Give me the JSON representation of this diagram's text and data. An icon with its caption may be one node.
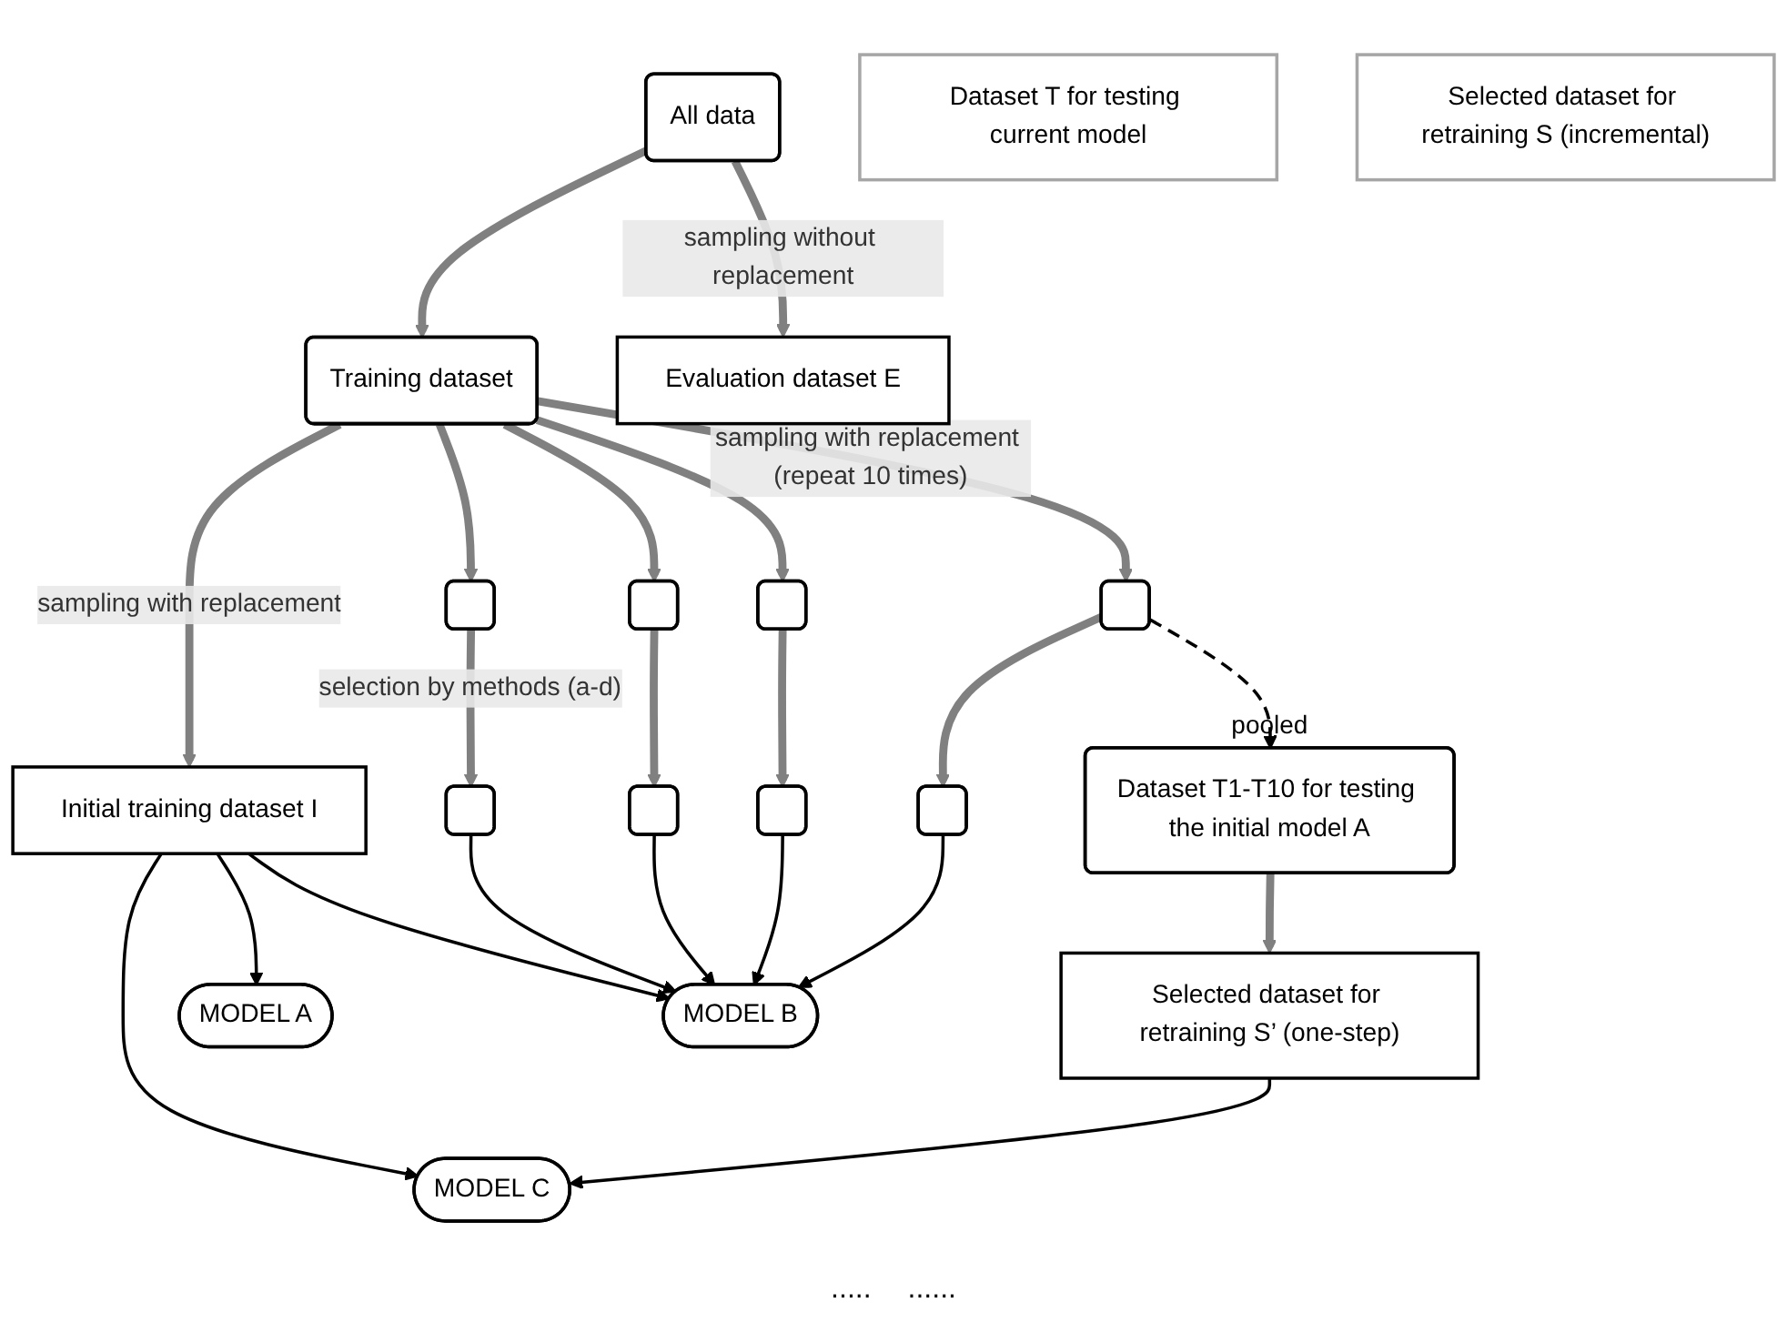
{
  "diagram": {
    "nodes": [
      {
        "text": [
          "All data"
        ]
      },
      {
        "text": [
          "Training dataset"
        ]
      },
      {
        "text": [
          "Dataset T for testing current model"
        ]
      },
      {
        "text": [],
        "shape": "box"
      },
      {
        "text": [],
        "shape": "box"
      },
      {
        "text": [],
        "shape": "box"
      },
      {
        "text": [],
        "shape": "box"
      },
      {
        "text": [
          "Dataset T1-T10 for testing the initial model A"
        ],
        "beside": [
          "pooled"
        ]
      },
      {
        "text": [
          "Initial training dataset I"
        ]
      },
      {
        "text": [
          "Selected dataset for retraining S (incremental)"
        ]
      },
      {
        "text": [],
        "shape": "box"
      },
      {
        "text": [],
        "shape": "box"
      },
      {
        "text": [],
        "shape": "box"
      },
      {
        "text": [],
        "shape": "box"
      },
      {
        "text": [
          "Selected dataset for retraining S’ (one-step)"
        ]
      },
      {
        "text": [
          "Evaluation dataset E"
        ]
      },
      {
        "text": [
          "MODEL A"
        ]
      },
      {
        "text": [
          "MODEL B"
        ]
      },
      {
        "text": [
          "MODEL C"
        ]
      }
    ],
    "edges": [
      {
        "from": 0,
        "to": 1,
        "arrow": "to"
      },
      {
        "from": 0,
        "to": 15,
        "arrow": "to",
        "label": "sampling without replacement"
      },
      {
        "from": 1,
        "to": 8,
        "arrow": "to",
        "label": "sampling with replacement"
      },
      {
        "from": 1,
        "to": 3,
        "arrow": "to"
      },
      {
        "from": 1,
        "to": 4,
        "arrow": "to"
      },
      {
        "from": 1,
        "to": 5,
        "arrow": "to"
      },
      {
        "from": 1,
        "to": 6,
        "arrow": "to",
        "label": "sampling with replacement (repeat 10 times)"
      },
      {
        "from": 6,
        "to": 7,
        "arrow": "to",
        "style": "dashed",
        "color": "#000000"
      },
      {
        "from": 3,
        "to": 10,
        "arrow": "to",
        "label": "selection by methods (a-d)"
      },
      {
        "from": 4,
        "to": 11,
        "arrow": "to"
      },
      {
        "from": 5,
        "to": 12,
        "arrow": "to"
      },
      {
        "from": 6,
        "to": 13,
        "arrow": "to"
      },
      {
        "from": 7,
        "to": 14,
        "arrow": "to"
      },
      {
        "from": 8,
        "to": 16,
        "arrow": "to",
        "color": "#000000"
      },
      {
        "from": 8,
        "to": 17,
        "arrow": "to",
        "color": "#000000"
      },
      {
        "from": 8,
        "to": 18,
        "arrow": "to",
        "color": "#000000"
      },
      {
        "from": 10,
        "to": 17,
        "arrow": "to",
        "color": "#000000"
      },
      {
        "from": 11,
        "to": 17,
        "arrow": "to",
        "color": "#000000"
      },
      {
        "from": 12,
        "to": 17,
        "arrow": "to",
        "color": "#000000"
      },
      {
        "from": 13,
        "to": 17,
        "arrow": "to",
        "color": "#000000"
      },
      {
        "from": 14,
        "to": 18,
        "arrow": "to",
        "color": "#000000"
      }
    ],
    "labels": [
      ".....",
      "......"
    ]
  }
}
